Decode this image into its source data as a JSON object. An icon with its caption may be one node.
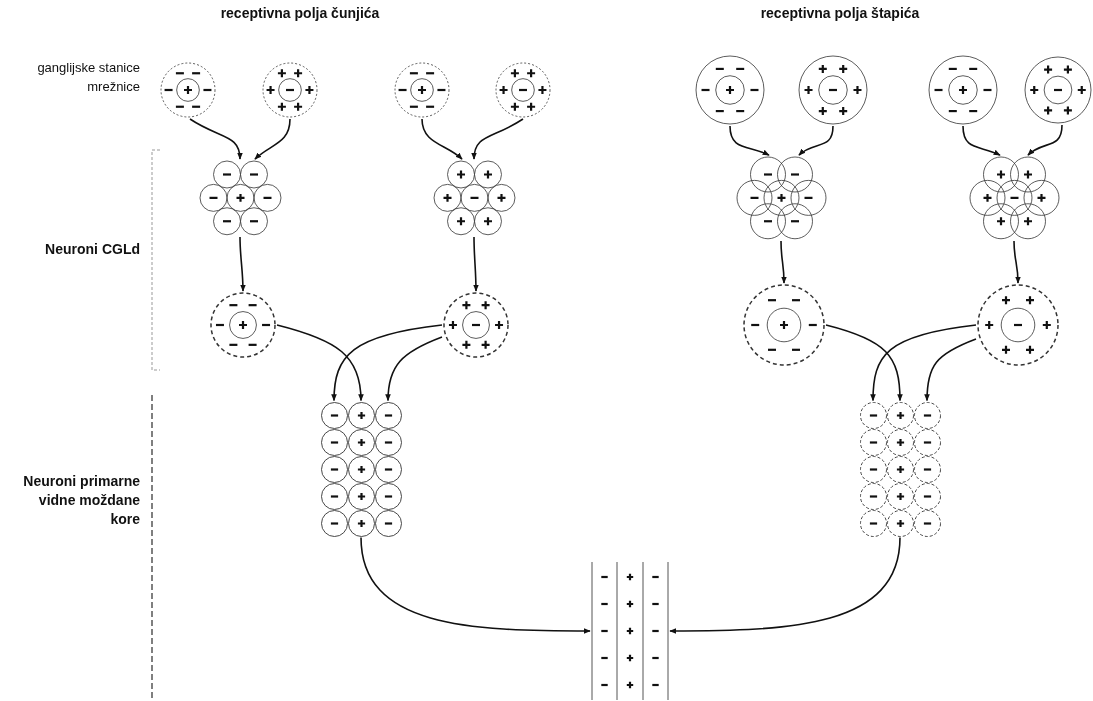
{
  "diagram": {
    "nodes": [
      {
        "text": [],
        "shape": "circle"
      },
      {
        "text": [],
        "shape": "circle"
      },
      {
        "text": [],
        "shape": "circle"
      },
      {
        "text": [],
        "shape": "circle"
      },
      {
        "text": [],
        "shape": "circle"
      },
      {
        "text": [],
        "shape": "circle"
      },
      {
        "text": [],
        "shape": "circle"
      },
      {
        "text": [],
        "shape": "circle"
      },
      {
        "text": [],
        "shape": "circle"
      },
      {
        "text": [],
        "shape": "circle"
      },
      {
        "text": [],
        "shape": "circle"
      },
      {
        "text": [],
        "shape": "circle"
      },
      {
        "text": [],
        "shape": "circle"
      },
      {
        "text": [],
        "shape": "circle"
      },
      {
        "text": [],
        "shape": "circle"
      },
      {
        "text": [],
        "shape": "circle"
      },
      {
        "text": [],
        "shape": "circle"
      },
      {
        "text": [],
        "shape": "circle"
      },
      {
        "text": [],
        "shape": "bar"
      }
    ],
    "edges": [
      {
        "from": 0,
        "to": 8,
        "arrow": "to"
      },
      {
        "from": 1,
        "to": 8,
        "arrow": "to"
      },
      {
        "from": 2,
        "to": 9,
        "arrow": "to"
      },
      {
        "from": 3,
        "to": 9,
        "arrow": "to"
      },
      {
        "from": 4,
        "to": 10,
        "arrow": "to"
      },
      {
        "from": 5,
        "to": 10,
        "arrow": "to"
      },
      {
        "from": 6,
        "to": 11,
        "arrow": "to"
      },
      {
        "from": 7,
        "to": 11,
        "arrow": "to"
      },
      {
        "from": 8,
        "to": 12,
        "arrow": "to"
      },
      {
        "from": 9,
        "to": 13,
        "arrow": "to"
      },
      {
        "from": 10,
        "to": 14,
        "arrow": "to"
      },
      {
        "from": 11,
        "to": 15,
        "arrow": "to"
      },
      {
        "from": 12,
        "to": 16,
        "arrow": "to"
      },
      {
        "from": 13,
        "to": 16,
        "arrow": "to"
      },
      {
        "from": 13,
        "to": 16,
        "arrow": "to"
      },
      {
        "from": 14,
        "to": 17,
        "arrow": "to"
      },
      {
        "from": 15,
        "to": 17,
        "arrow": "to"
      },
      {
        "from": 15,
        "to": 17,
        "arrow": "to"
      },
      {
        "from": 16,
        "to": 18,
        "arrow": "to"
      },
      {
        "from": 17,
        "to": 18,
        "arrow": "to"
      }
    ],
    "labels": [
      "receptivna polja čunjića",
      "receptivna polja štapića",
      "ganglijske stanice mrežnice",
      "Neuroni CGLd",
      "Neuroni primarne vidne moždane kore"
    ]
  }
}
